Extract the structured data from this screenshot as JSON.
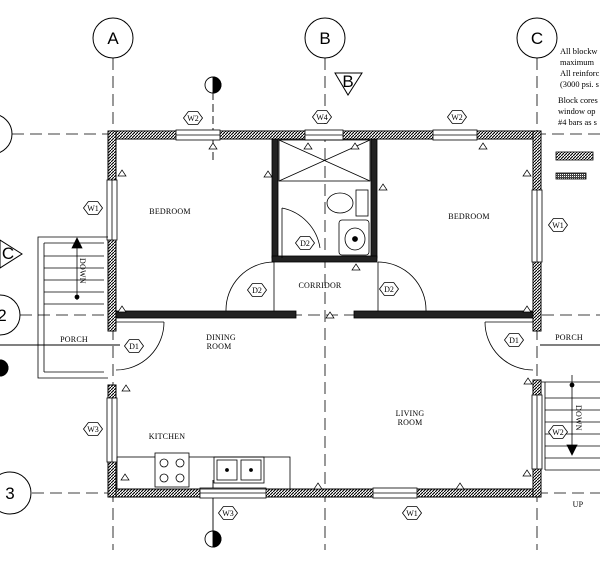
{
  "grid": {
    "columns": [
      "A",
      "B",
      "C"
    ],
    "rows": [
      "2",
      "3"
    ],
    "partial_row_top": "",
    "partial_row_left": ""
  },
  "section_markers": {
    "b": "B",
    "c": "C"
  },
  "rooms": {
    "bedroom_left": "BEDROOM",
    "bedroom_right": "BEDROOM",
    "corridor": "CORRIDOR",
    "dining": [
      "DINING",
      "ROOM"
    ],
    "living": [
      "LIVING",
      "ROOM"
    ],
    "kitchen": "KITCHEN",
    "porch_left": "PORCH",
    "porch_right": "PORCH"
  },
  "tags": {
    "w1": "W1",
    "w2": "W2",
    "w3": "W3",
    "w4": "W4",
    "d1": "D1",
    "d2": "D2"
  },
  "stairs": {
    "down_left": "DOWN",
    "down_right": "DOWN",
    "up": "UP"
  },
  "notes": [
    "All blockw",
    "maximum",
    "All reinforc",
    "(3000 psi. s",
    "Block cores",
    "window op",
    "#4 bars as s"
  ]
}
